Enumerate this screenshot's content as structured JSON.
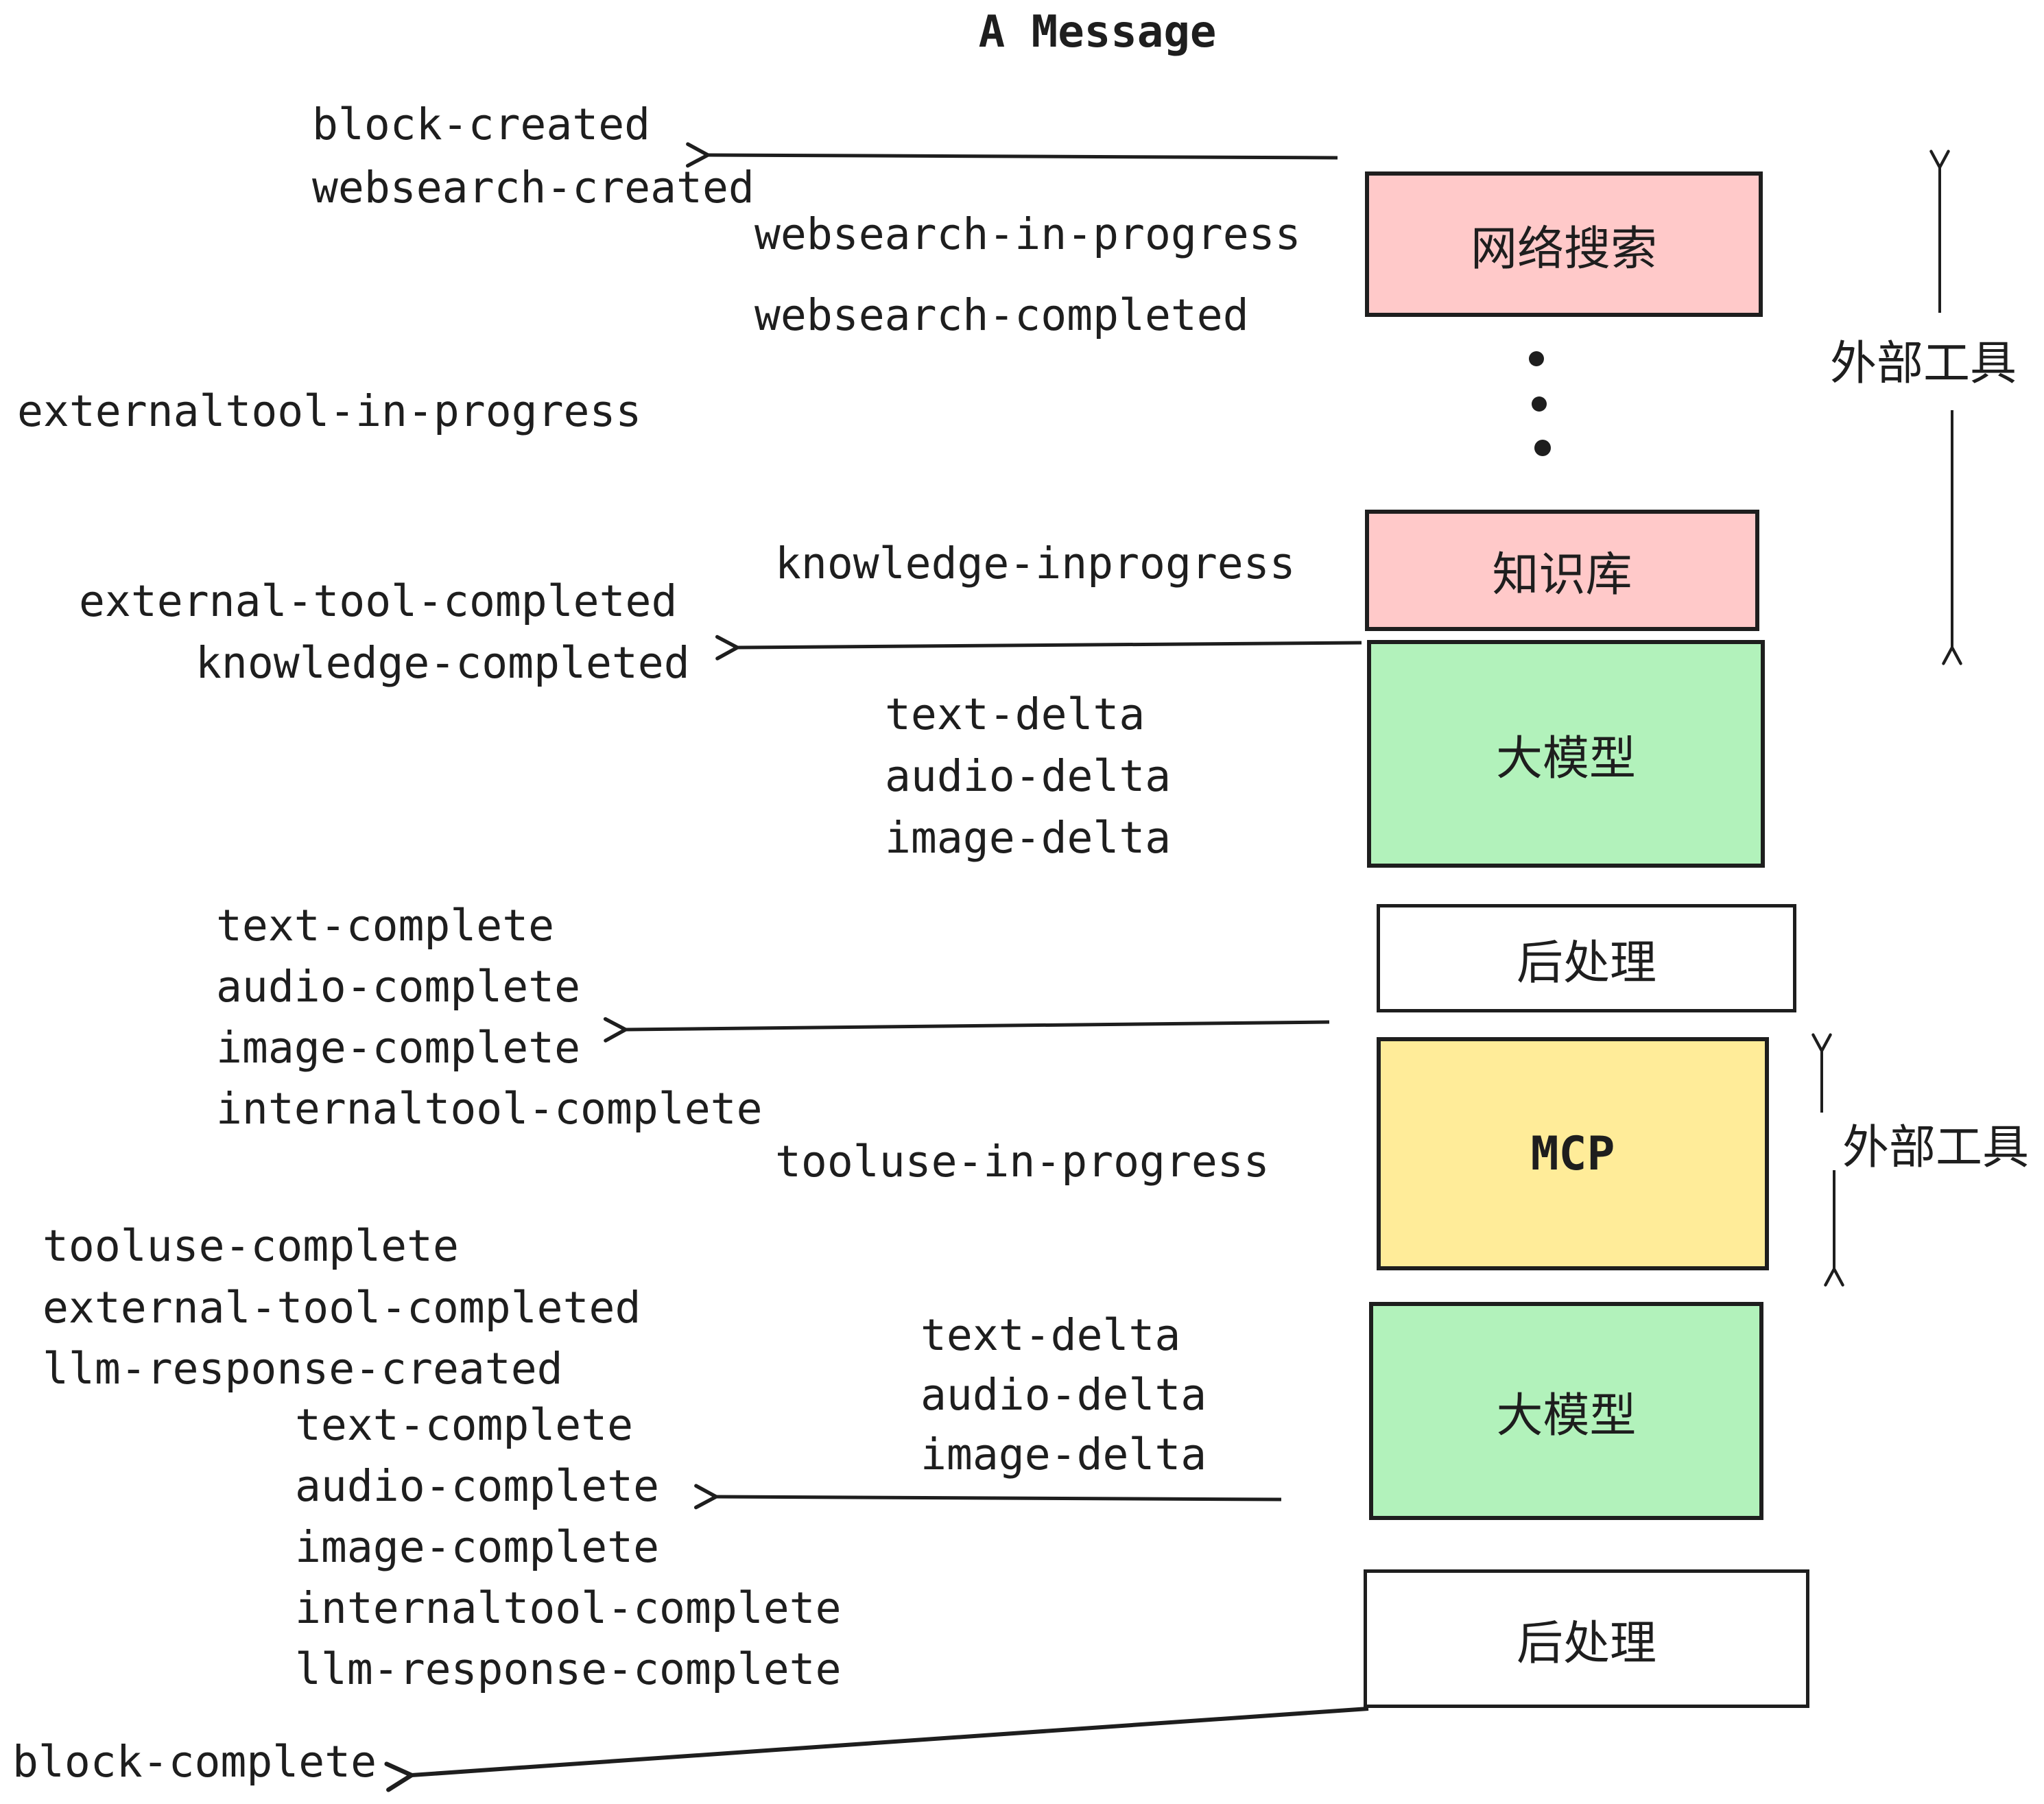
{
  "title": "A Message",
  "event_labels": [
    {
      "text": "block-created"
    },
    {
      "text": "websearch-created"
    },
    {
      "text": "websearch-in-progress"
    },
    {
      "text": "websearch-completed"
    },
    {
      "text": "externaltool-in-progress"
    },
    {
      "text": "knowledge-inprogress"
    },
    {
      "text": "external-tool-completed"
    },
    {
      "text": "knowledge-completed"
    },
    {
      "text": "text-delta"
    },
    {
      "text": "audio-delta"
    },
    {
      "text": "image-delta"
    },
    {
      "text": "text-complete"
    },
    {
      "text": "audio-complete"
    },
    {
      "text": "image-complete"
    },
    {
      "text": "internaltool-complete"
    },
    {
      "text": "tooluse-in-progress"
    },
    {
      "text": "tooluse-complete"
    },
    {
      "text": "external-tool-completed"
    },
    {
      "text": "llm-response-created"
    },
    {
      "text": "text-delta"
    },
    {
      "text": "audio-delta"
    },
    {
      "text": "image-delta"
    },
    {
      "text": "text-complete"
    },
    {
      "text": "audio-complete"
    },
    {
      "text": "image-complete"
    },
    {
      "text": "internaltool-complete"
    },
    {
      "text": "llm-response-complete"
    },
    {
      "text": "block-complete"
    }
  ],
  "boxes": [
    {
      "label": "网络搜索",
      "fill": "#ffc9c9"
    },
    {
      "label": "知识库",
      "fill": "#ffc9c9"
    },
    {
      "label": "大模型",
      "fill": "#b2f2bb"
    },
    {
      "label": "后处理",
      "fill": "#ffffff"
    },
    {
      "label": "MCP",
      "fill": "#ffec99"
    },
    {
      "label": "大模型",
      "fill": "#b2f2bb"
    },
    {
      "label": "后处理",
      "fill": "#ffffff"
    }
  ],
  "annotations": [
    {
      "label": "外部工具"
    },
    {
      "label": "外部工具"
    }
  ],
  "colors": {
    "stroke": "#1e1e1e",
    "pink": "#ffc9c9",
    "green": "#b2f2bb",
    "yellow": "#ffec99",
    "white": "#ffffff"
  }
}
